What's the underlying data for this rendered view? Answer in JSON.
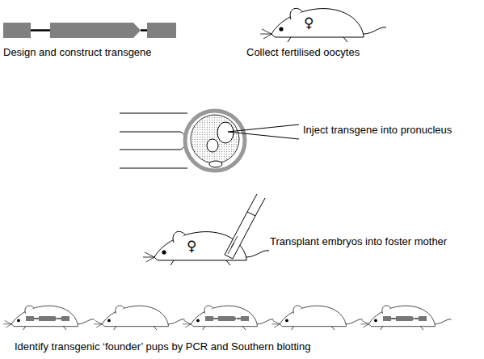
{
  "diagram": {
    "labels": [
      "Design and construct transgene",
      "Collect fertilised oocytes",
      "Inject transgene into pronucleus",
      "Transplant embryos into foster mother",
      "Identify transgenic ‘founder’ pups by PCR and Southern blotting",
      "♀",
      "♀"
    ]
  }
}
